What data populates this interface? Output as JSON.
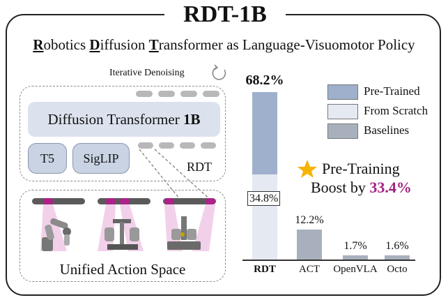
{
  "header": {
    "title": "RDT-1B",
    "subtitle_parts": [
      {
        "text": "R",
        "u": true
      },
      {
        "text": "obotics ",
        "u": false
      },
      {
        "text": "D",
        "u": true
      },
      {
        "text": "iffusion ",
        "u": false
      },
      {
        "text": "T",
        "u": true
      },
      {
        "text": "ransformer as Language-Visuomotor Policy",
        "u": false
      }
    ]
  },
  "architecture": {
    "loop_label": "Iterative Denoising",
    "transformer_label": "Diffusion Transformer ",
    "transformer_size": "1B",
    "encoder_t5": "T5",
    "encoder_siglip": "SigLIP",
    "box_label": "RDT",
    "action_space_label": "Unified Action Space"
  },
  "colors": {
    "pretrained": "#9fb0cd",
    "scratch": "#e4e9f2",
    "baselines": "#a9b0bd",
    "accent": "#a0237f",
    "star": "#f5b400",
    "token_gray": "#b8b8b8",
    "token_magenta": "#b0208a",
    "token_dark": "#5a5a5a",
    "beam": "#f0c8e6"
  },
  "legend": [
    {
      "label": "Pre-Trained",
      "color": "#9fb0cd"
    },
    {
      "label": "From Scratch",
      "color": "#e4e9f2"
    },
    {
      "label": "Baselines",
      "color": "#a9b0bd"
    }
  ],
  "annotation": {
    "line1": "Pre-Training",
    "line2_prefix": "Boost by ",
    "line2_value": "33.4%"
  },
  "chart_data": {
    "type": "bar",
    "categories": [
      "RDT",
      "ACT",
      "OpenVLA",
      "Octo"
    ],
    "rdt_pretrained": 68.2,
    "rdt_scratch": 34.8,
    "values": [
      68.2,
      12.2,
      1.7,
      1.6
    ],
    "value_labels": [
      "68.2%",
      "12.2%",
      "1.7%",
      "1.6%"
    ],
    "scratch_label": "34.8%",
    "ylim": [
      0,
      75
    ]
  }
}
